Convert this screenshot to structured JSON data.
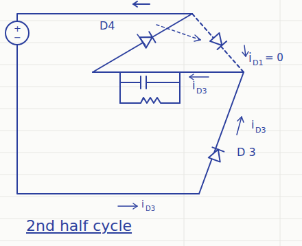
{
  "diagram": {
    "labels": [
      "+",
      "−",
      "D4",
      "i",
      "D1",
      "= 0",
      "i",
      "D3",
      "i",
      "D3",
      "D 3",
      "2nd half cycle",
      "i",
      "D3"
    ]
  }
}
